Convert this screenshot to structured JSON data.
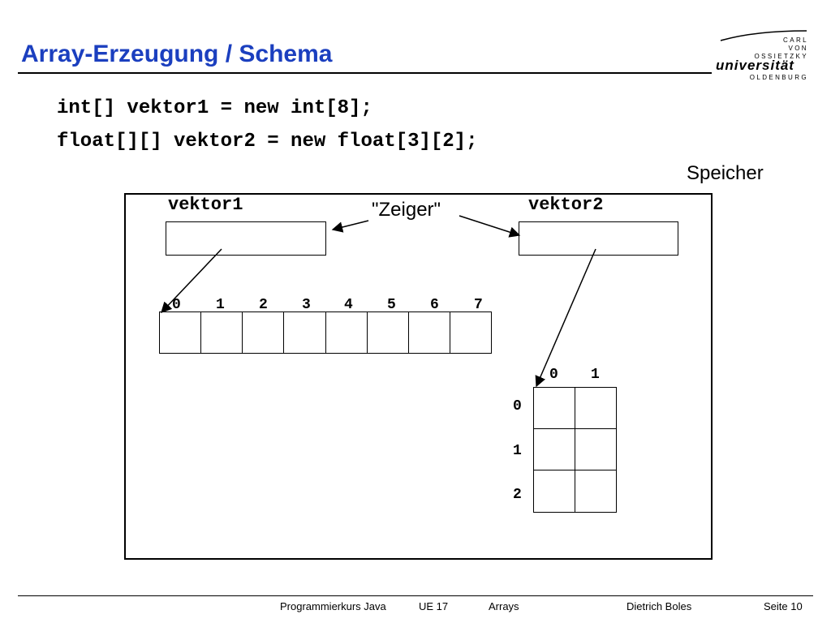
{
  "slide": {
    "title": "Array-Erzeugung / Schema",
    "code_lines": [
      "int[] vektor1 = new int[8];",
      "float[][] vektor2 = new float[3][2];"
    ]
  },
  "diagram": {
    "memory_label": "Speicher",
    "pointer_label": "\"Zeiger\"",
    "var1_name": "vektor1",
    "var2_name": "vektor2",
    "array1_indices": [
      "0",
      "1",
      "2",
      "3",
      "4",
      "5",
      "6",
      "7"
    ],
    "array2_col_indices": [
      "0",
      "1"
    ],
    "array2_row_indices": [
      "0",
      "1",
      "2"
    ]
  },
  "logo": {
    "line1": "CARL",
    "line2": "VON",
    "line3": "OSSIETZKY",
    "line4": "universität",
    "line5": "OLDENBURG"
  },
  "footer": {
    "course": "Programmierkurs Java",
    "unit": "UE 17",
    "topic": "Arrays",
    "author": "Dietrich Boles",
    "page": "Seite 10"
  }
}
